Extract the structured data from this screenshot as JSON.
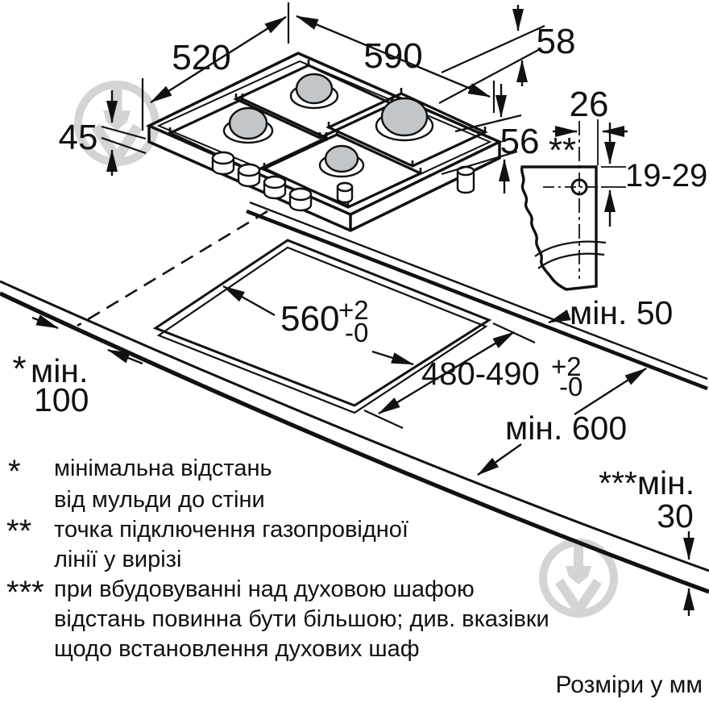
{
  "colors": {
    "line": "#111111",
    "burner_fill": "#c2c6c8",
    "watermark": "#d4d4d4",
    "background": "#ffffff"
  },
  "hob": {
    "width": "590",
    "depth": "520",
    "front_height": "45",
    "total_height": "58",
    "below_height": "56"
  },
  "gas_detail": {
    "edge_offset": "26",
    "marker": "**",
    "depth_range": "19-29"
  },
  "cutout": {
    "width": "560",
    "depth": "480-490",
    "tol_plus": "+2",
    "tol_minus": "-0"
  },
  "clearances": {
    "rear": "мін. 50",
    "depth": "мін. 600",
    "front_label": "***мін.",
    "front_value": "30",
    "side_marker": "*",
    "side_label": "мін.",
    "side_value": "100"
  },
  "footnotes": {
    "marker1": "*",
    "note1_line1": "мінімальна відстань",
    "note1_line2": "від мульди до стіни",
    "marker2": "**",
    "note2_line1": "точка підключення газопровідної",
    "note2_line2": "лінії у вирізі",
    "marker3": "***",
    "note3_line1": "при вбудовуванні над духовою шафою",
    "note3_line2": "відстань повинна бути більшою; див. вказівки",
    "note3_line3": "щодо встановлення духових шаф"
  },
  "footer": {
    "units_note": "Розміри у мм"
  }
}
